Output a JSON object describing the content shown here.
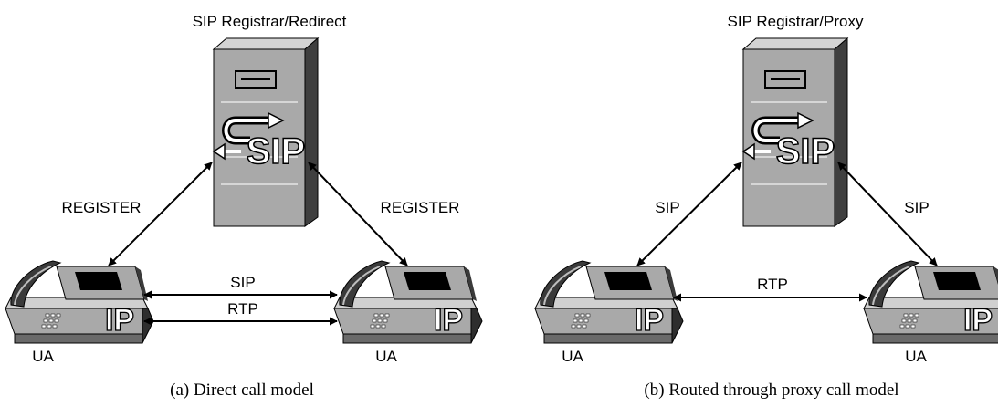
{
  "panel_a": {
    "server_label": "SIP Registrar/Redirect",
    "left_link_label": "REGISTER",
    "right_link_label": "REGISTER",
    "ua_link_top_label": "SIP",
    "ua_link_bottom_label": "RTP",
    "left_ua_label": "UA",
    "right_ua_label": "UA",
    "caption": "(a)  Direct call model"
  },
  "panel_b": {
    "server_label": "SIP Registrar/Proxy",
    "left_link_label": "SIP",
    "right_link_label": "SIP",
    "ua_link_label": "RTP",
    "left_ua_label": "UA",
    "right_ua_label": "UA",
    "caption": "(b)  Routed through proxy call model"
  },
  "icons": {
    "server_badge": "SIP",
    "phone_badge": "IP"
  },
  "colors": {
    "server_front": "#a9a9a9",
    "server_side": "#3f3f3f",
    "phone_body": "#a9a9a9",
    "phone_dark": "#2e2e2e",
    "arrow": "#000000"
  }
}
